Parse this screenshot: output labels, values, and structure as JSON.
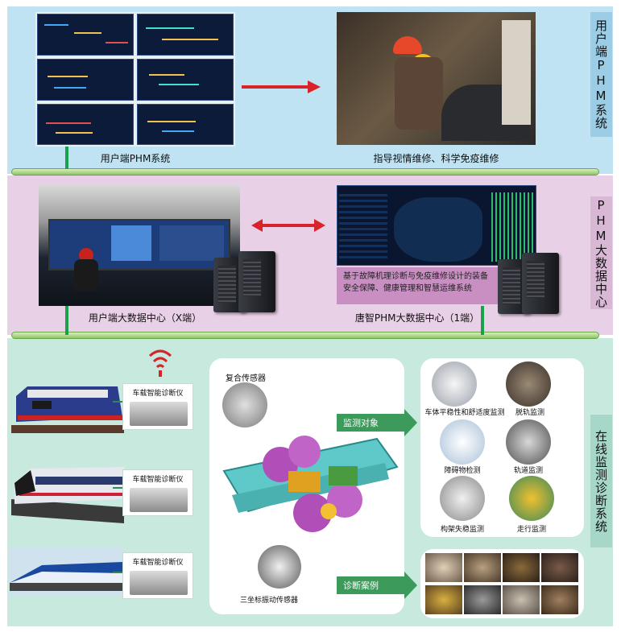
{
  "sections": {
    "top": {
      "side_label": "用户端PHM系统",
      "left_caption": "用户端PHM系统",
      "right_caption": "指导视情维修、科学免疫维修"
    },
    "middle": {
      "side_label": "PHM大数据中心",
      "left_caption": "用户端大数据中心（X端）",
      "right_caption": "唐智PHM大数据中心（1端）",
      "description": "基于故障机理诊断与免疫维修设计的装备安全保障、健康管理和智慧运维系统"
    },
    "bottom": {
      "side_label": "在线监测诊断系统",
      "devices": [
        {
          "label": "车载智能诊断仪"
        },
        {
          "label": "车载智能诊断仪"
        },
        {
          "label": "车载智能诊断仪"
        }
      ],
      "sensor_composite": "复合传感器",
      "sensor_triaxial": "三坐标振动传感器",
      "arrow_monitor": "监测对象",
      "arrow_cases": "诊断案例",
      "targets": [
        {
          "label": "车体平稳性和舒适度监测"
        },
        {
          "label": "脱轨监测"
        },
        {
          "label": "障碍物检测"
        },
        {
          "label": "轨道监测"
        },
        {
          "label": "构架失稳监测"
        },
        {
          "label": "走行监测"
        }
      ]
    }
  },
  "colors": {
    "top_band": "#bfe3f3",
    "middle_band": "#e8d0e6",
    "bottom_band": "#c7e9de",
    "arrow_red": "#d9232a",
    "arrow_green": "#3c9a5a"
  }
}
